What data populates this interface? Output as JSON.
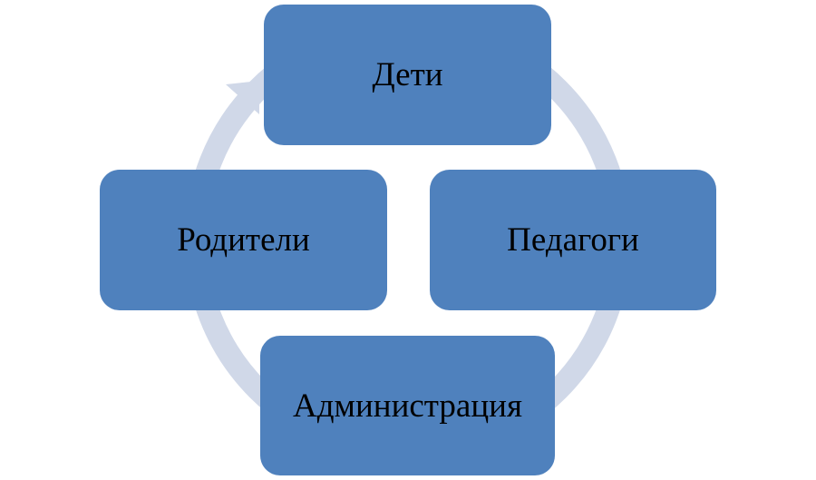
{
  "diagram": {
    "type": "cycle",
    "nodes": [
      {
        "label": "Дети"
      },
      {
        "label": "Педагоги"
      },
      {
        "label": "Администрация"
      },
      {
        "label": "Родители"
      }
    ],
    "colors": {
      "box": "#4f81bd",
      "arrow": "#d0d8e8"
    }
  }
}
